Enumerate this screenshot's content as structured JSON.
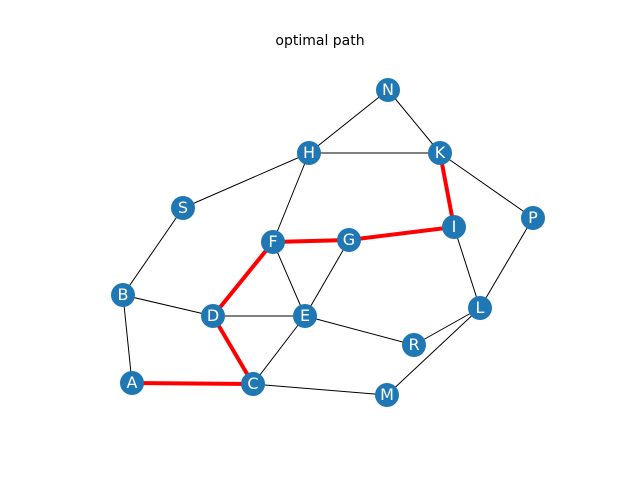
{
  "title": "optimal path",
  "colors": {
    "node": "#1f77b4",
    "edge": "#000000",
    "path": "#ff0000",
    "label": "#ffffff"
  },
  "nodes": [
    "N",
    "H",
    "K",
    "S",
    "I",
    "P",
    "F",
    "G",
    "B",
    "L",
    "D",
    "E",
    "R",
    "A",
    "C",
    "M"
  ],
  "edges": [
    [
      "N",
      "H"
    ],
    [
      "N",
      "K"
    ],
    [
      "H",
      "K"
    ],
    [
      "H",
      "S"
    ],
    [
      "H",
      "F"
    ],
    [
      "K",
      "P"
    ],
    [
      "K",
      "I"
    ],
    [
      "S",
      "B"
    ],
    [
      "F",
      "G"
    ],
    [
      "F",
      "D"
    ],
    [
      "F",
      "E"
    ],
    [
      "G",
      "I"
    ],
    [
      "G",
      "E"
    ],
    [
      "I",
      "L"
    ],
    [
      "P",
      "L"
    ],
    [
      "B",
      "D"
    ],
    [
      "B",
      "A"
    ],
    [
      "D",
      "E"
    ],
    [
      "D",
      "C"
    ],
    [
      "E",
      "C"
    ],
    [
      "E",
      "R"
    ],
    [
      "L",
      "R"
    ],
    [
      "L",
      "M"
    ],
    [
      "A",
      "C"
    ],
    [
      "C",
      "M"
    ]
  ],
  "path": [
    "A",
    "C",
    "D",
    "F",
    "G",
    "I",
    "K"
  ]
}
